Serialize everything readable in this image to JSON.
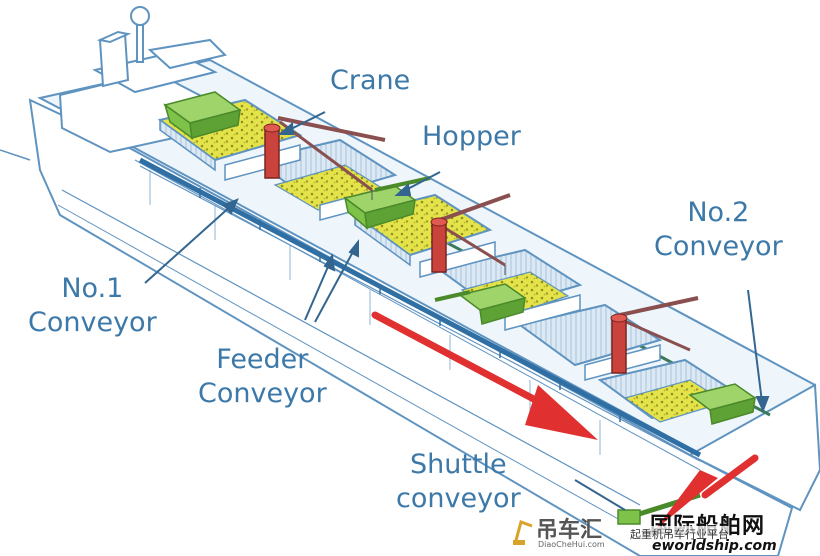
{
  "labels": {
    "crane": "Crane",
    "hopper": "Hopper",
    "no2_line1": "No.2",
    "no2_line2": "Conveyor",
    "no1_line1": "No.1",
    "no1_line2": "Conveyor",
    "feeder_line1": "Feeder",
    "feeder_line2": "Conveyor",
    "shuttle_line1": "Shuttle",
    "shuttle_line2": "conveyor"
  },
  "watermark": {
    "left_brand": "吊车汇",
    "left_url": "DiaoCheHui.com",
    "right_brand": "国际船舶网",
    "right_tagline": "起重机吊车行业平台",
    "right_url": "eworldship.com"
  },
  "colors": {
    "outline": "#5f93c0",
    "hull": "#ffffff",
    "deck": "#eef6fc",
    "hold_fill": "#d8e8f4",
    "cargo": "#e4e34a",
    "cargo_dots": "#8f8f22",
    "hopper": "#7ec24a",
    "hopper_dark": "#4b8a2a",
    "crane_red": "#c9423c",
    "crane_arm": "#8a4f4f",
    "conveyor_blue": "#2f6fa3",
    "arrow_red": "#e03030",
    "label_text": "#3d79a8",
    "leader": "#33658f"
  }
}
